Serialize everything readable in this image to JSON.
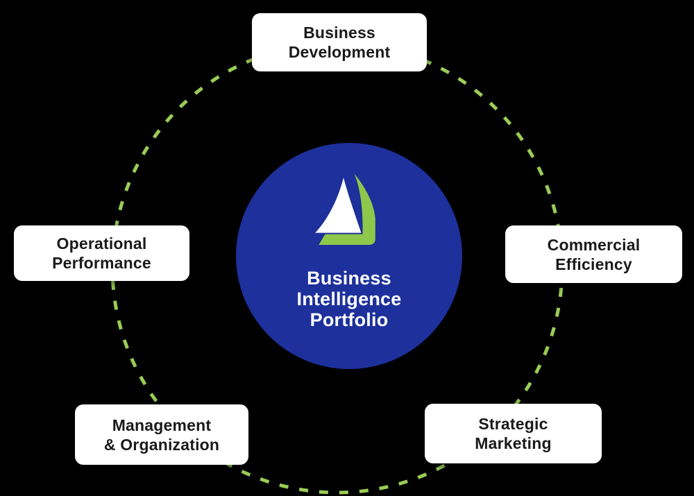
{
  "background_color": "#000000",
  "ring": {
    "color": "#9acc55",
    "style": "dashed"
  },
  "center": {
    "circle_color": "#1d309b",
    "text_color": "#ffffff",
    "title_lines": [
      "Business",
      "Intelligence",
      "Portfolio"
    ],
    "logo": {
      "name": "sailboat-logo",
      "sail_color": "#ffffff",
      "swoosh_color": "#8dc84a"
    }
  },
  "nodes": [
    {
      "id": "business-development",
      "position": "top",
      "lines": [
        "Business",
        "Development"
      ]
    },
    {
      "id": "operational-performance",
      "position": "left",
      "lines": [
        "Operational",
        "Performance"
      ]
    },
    {
      "id": "commercial-efficiency",
      "position": "right",
      "lines": [
        "Commercial",
        "Efficiency"
      ]
    },
    {
      "id": "management-organization",
      "position": "bottom-left",
      "lines": [
        "Management",
        "& Organization"
      ]
    },
    {
      "id": "strategic-marketing",
      "position": "bottom-right",
      "lines": [
        "Strategic",
        "Marketing"
      ]
    }
  ]
}
